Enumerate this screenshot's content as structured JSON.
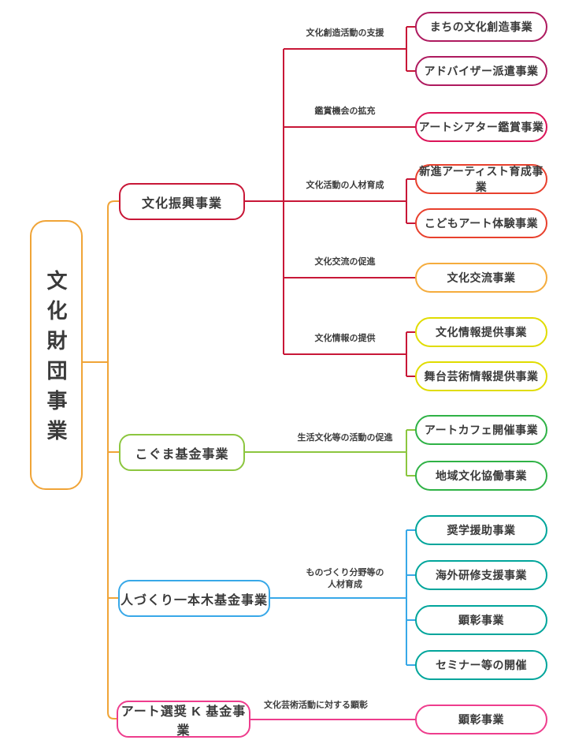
{
  "tree": {
    "root": {
      "label": "文化財団事業",
      "color": "#F0A437"
    },
    "branches": [
      {
        "label": "文化振興事業",
        "color": "#C81737",
        "groups": [
          {
            "label": "文化創造活動の支援",
            "children": [
              {
                "label": "まちの文化創造事業",
                "color": "#AE1A5F"
              },
              {
                "label": "アドバイザー派遣事業",
                "color": "#AE1A5F"
              }
            ]
          },
          {
            "label": "鑑賞機会の拡充",
            "children": [
              {
                "label": "アートシアター鑑賞事業",
                "color": "#DB1458"
              }
            ]
          },
          {
            "label": "文化活動の人材育成",
            "children": [
              {
                "label": "新進アーティスト育成事業",
                "color": "#E8402D"
              },
              {
                "label": "こどもアート体験事業",
                "color": "#E8402D"
              }
            ]
          },
          {
            "label": "文化交流の促進",
            "children": [
              {
                "label": "文化交流事業",
                "color": "#F5AC3D"
              }
            ]
          },
          {
            "label": "文化情報の提供",
            "children": [
              {
                "label": "文化情報提供事業",
                "color": "#E0DC00"
              },
              {
                "label": "舞台芸術情報提供事業",
                "color": "#E0DC00"
              }
            ]
          }
        ]
      },
      {
        "label": "こぐま基金事業",
        "color": "#8CC63F",
        "groups": [
          {
            "label": "生活文化等の活動の促進",
            "children": [
              {
                "label": "アートカフェ開催事業",
                "color": "#2FB246"
              },
              {
                "label": "地域文化協働事業",
                "color": "#2FB246"
              }
            ]
          }
        ]
      },
      {
        "label": "人づくり一本木基金事業",
        "color": "#38A8E8",
        "groups": [
          {
            "label": "ものづくり分野等の",
            "label2": "人材育成",
            "children": [
              {
                "label": "奨学援助事業",
                "color": "#00A59B"
              },
              {
                "label": "海外研修支援事業",
                "color": "#00A59B"
              },
              {
                "label": "顕彰事業",
                "color": "#00A59B"
              },
              {
                "label": "セミナー等の開催",
                "color": "#00A59B"
              }
            ]
          }
        ]
      },
      {
        "label": "アート選奨 K 基金事業",
        "color": "#EE3D8D",
        "groups": [
          {
            "label": "文化芸術活動に対する顕彰",
            "children": [
              {
                "label": "顕彰事業",
                "color": "#EE3D8D"
              }
            ]
          }
        ]
      }
    ]
  }
}
